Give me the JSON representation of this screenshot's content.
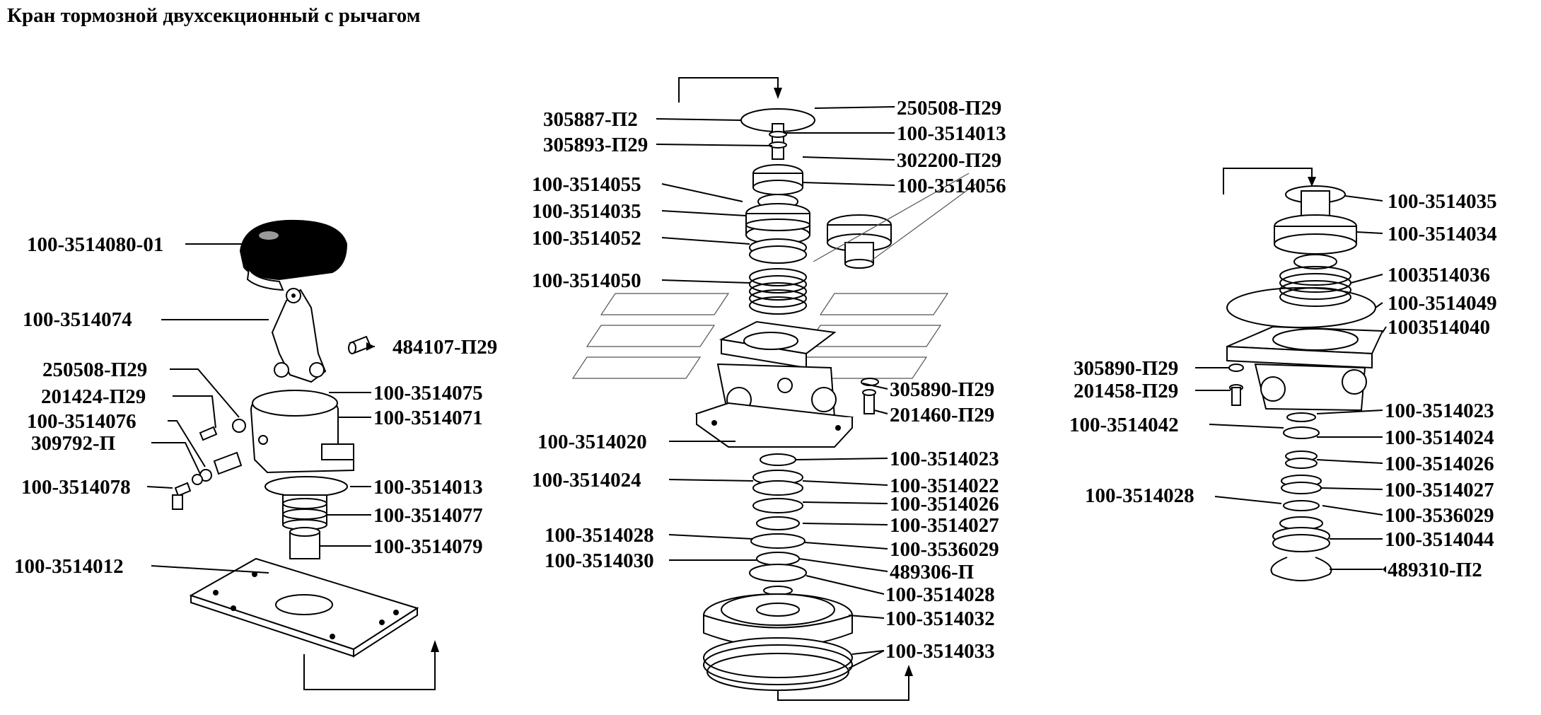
{
  "title": "Кран тормозной двухсекционный с рычагом",
  "labels": {
    "l01": "100-3514080-01",
    "l02": "100-3514074",
    "l03": "484107-П29",
    "l04": "250508-П29",
    "l05": "201424-П29",
    "l06": "100-3514075",
    "l07": "100-3514076",
    "l08": "100-3514071",
    "l09": "309792-П",
    "l10": "100-3514078",
    "l11": "100-3514013",
    "l12": "100-3514077",
    "l13": "100-3514079",
    "l14": "100-3514012",
    "c01": "305887-П2",
    "c02": "250508-П29",
    "c03": "100-3514013",
    "c04": "305893-П29",
    "c05": "302200-П29",
    "c06": "100-3514055",
    "c07": "100-3514056",
    "c08": "100-3514035",
    "c09": "100-3514052",
    "c10": "100-3514050",
    "c11": "305890-П29",
    "c12": "201460-П29",
    "c13": "100-3514020",
    "c14": "100-3514023",
    "c15": "100-3514024",
    "c16": "100-3514022",
    "c17": "100-3514026",
    "c18": "100-3514027",
    "c19": "100-3514028",
    "c20": "100-3536029",
    "c21": "100-3514030",
    "c22": "489306-П",
    "c23": "100-3514028",
    "c24": "100-3514032",
    "c25": "100-3514033",
    "r01": "100-3514035",
    "r02": "100-3514034",
    "r03": "1003514036",
    "r04": "100-3514049",
    "r05": "1003514040",
    "r06": "305890-П29",
    "r07": "201458-П29",
    "r08": "100-3514023",
    "r09": "100-3514042",
    "r10": "100-3514024",
    "r11": "100-3514026",
    "r12": "100-3514028",
    "r13": "100-3514027",
    "r14": "100-3536029",
    "r15": "100-3514044",
    "r16": "489310-П2"
  }
}
